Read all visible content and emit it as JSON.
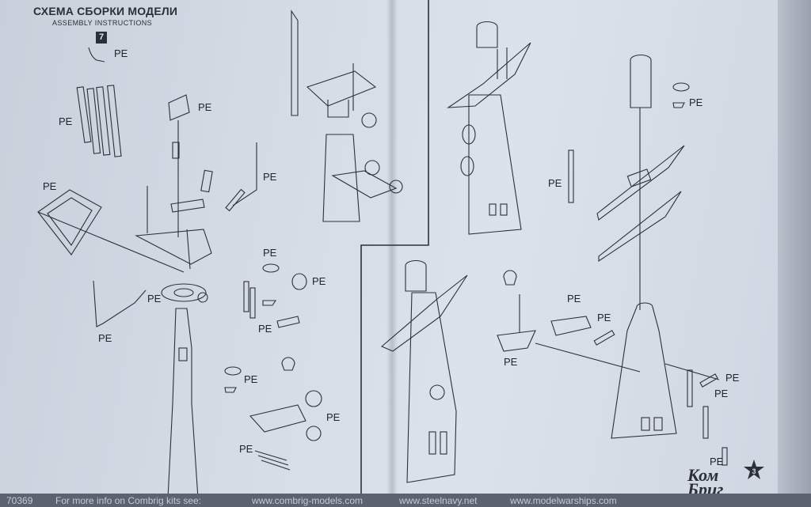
{
  "header": {
    "title_ru": "СХЕМА СБОРКИ МОДЕЛИ",
    "title_en": "ASSEMBLY INSTRUCTIONS",
    "step_number": "7"
  },
  "part_label": "PE",
  "footer": {
    "code": "70369",
    "text": "For more info on Combrig kits see:",
    "link1": "www.combrig-models.com",
    "link2": "www.steelnavy.net",
    "link3": "www.modelwarships.com"
  },
  "logo": {
    "line1": "Ком",
    "line2": "Бриг",
    "star_number": "3"
  }
}
